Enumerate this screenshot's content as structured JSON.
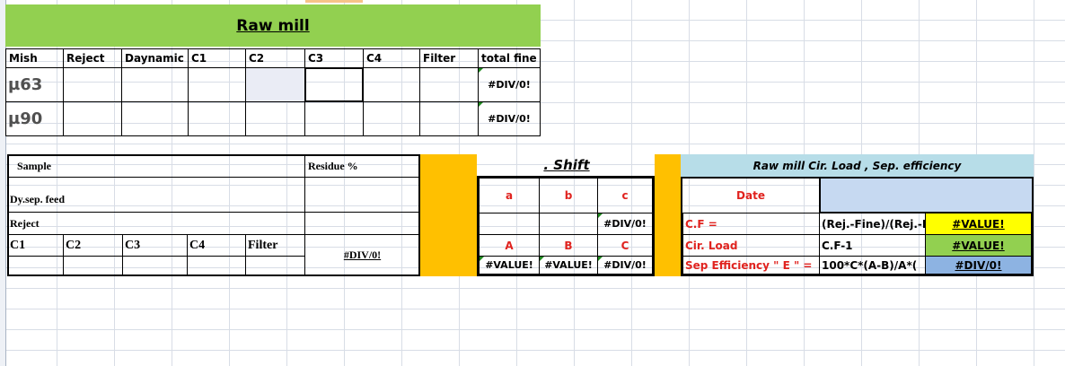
{
  "raw_mill": {
    "title": "Raw mill",
    "headers": [
      "Mish",
      "Reject",
      "Daynamic",
      "C1",
      "C2",
      "C3",
      "C4",
      "Filter",
      "total fine"
    ],
    "rows": [
      {
        "label": "µ63",
        "total": "#DIV/0!"
      },
      {
        "label": "µ90",
        "total": "#DIV/0!"
      }
    ]
  },
  "sample_table": {
    "sample_label": "Sample",
    "residue_label": "Residue %",
    "dysep_label": "Dy.sep. feed",
    "reject_label": "Reject",
    "cols": [
      "C1",
      "C2",
      "C3",
      "C4",
      "Filter"
    ],
    "residue_value": "#DIV/0!"
  },
  "shift_table": {
    "title": ". Shift",
    "lower_headers": [
      "a",
      "b",
      "c"
    ],
    "row2_c": "#DIV/0!",
    "upper_headers": [
      "A",
      "B",
      "C"
    ],
    "values": [
      "#VALUE!",
      "#VALUE!",
      "#DIV/0!"
    ]
  },
  "circ_table": {
    "title": "Raw mill Cir. Load , Sep. efficiency",
    "date_label": "Date",
    "rows": [
      {
        "label": "C.F =",
        "formula": "(Rej.-Fine)/(Rej.-I",
        "value": "#VALUE!"
      },
      {
        "label": "Cir. Load",
        "formula": "C.F-1",
        "value": "#VALUE!"
      },
      {
        "label": "Sep Efficiency \" E \"  =",
        "formula": "100*C*(A-B)/A*(",
        "value": "#DIV/0!"
      }
    ]
  },
  "colors": {
    "title_green": "#92d050",
    "orange": "#ffc000",
    "light_blue": "#b7dde8",
    "date_blue": "#c6d9f1",
    "yellow": "#ffff00",
    "value_green": "#92d050",
    "value_blue": "#8db3e2",
    "error_red": "#e0231f"
  }
}
